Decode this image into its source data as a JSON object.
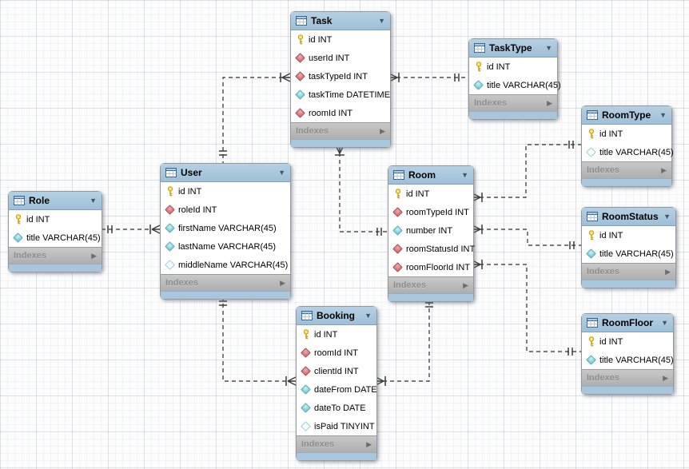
{
  "diagram": {
    "tables": [
      {
        "title": "Task",
        "fields": [
          {
            "icon": "key",
            "text": "id INT"
          },
          {
            "icon": "fk",
            "text": "userId INT"
          },
          {
            "icon": "fk",
            "text": "taskTypeId INT"
          },
          {
            "icon": "notnull",
            "text": "taskTime DATETIME"
          },
          {
            "icon": "fk",
            "text": "roomId INT"
          }
        ]
      },
      {
        "title": "TaskType",
        "fields": [
          {
            "icon": "key",
            "text": "id INT"
          },
          {
            "icon": "notnull",
            "text": "title VARCHAR(45)"
          }
        ]
      },
      {
        "title": "RoomType",
        "fields": [
          {
            "icon": "key",
            "text": "id INT"
          },
          {
            "icon": "nullable",
            "text": "title VARCHAR(45)"
          }
        ]
      },
      {
        "title": "RoomStatus",
        "fields": [
          {
            "icon": "key",
            "text": "id INT"
          },
          {
            "icon": "notnull",
            "text": "title VARCHAR(45)"
          }
        ]
      },
      {
        "title": "RoomFloor",
        "fields": [
          {
            "icon": "key",
            "text": "id INT"
          },
          {
            "icon": "notnull",
            "text": "title VARCHAR(45)"
          }
        ]
      },
      {
        "title": "Room",
        "fields": [
          {
            "icon": "key",
            "text": "id INT"
          },
          {
            "icon": "fk",
            "text": "roomTypeId INT"
          },
          {
            "icon": "notnull",
            "text": "number INT"
          },
          {
            "icon": "fk",
            "text": "roomStatusId INT"
          },
          {
            "icon": "fk",
            "text": "roomFloorId INT"
          }
        ]
      },
      {
        "title": "User",
        "fields": [
          {
            "icon": "key",
            "text": "id INT"
          },
          {
            "icon": "fk",
            "text": "roleId INT"
          },
          {
            "icon": "notnull",
            "text": "firstName VARCHAR(45)"
          },
          {
            "icon": "notnull",
            "text": "lastName VARCHAR(45)"
          },
          {
            "icon": "nullable",
            "text": "middleName VARCHAR(45)"
          }
        ]
      },
      {
        "title": "Role",
        "fields": [
          {
            "icon": "key",
            "text": "id INT"
          },
          {
            "icon": "notnull",
            "text": "title VARCHAR(45)"
          }
        ]
      },
      {
        "title": "Booking",
        "fields": [
          {
            "icon": "key",
            "text": "id INT"
          },
          {
            "icon": "fk",
            "text": "roomId INT"
          },
          {
            "icon": "fk",
            "text": "clientId INT"
          },
          {
            "icon": "notnull",
            "text": "dateFrom DATE"
          },
          {
            "icon": "notnull",
            "text": "dateTo DATE"
          },
          {
            "icon": "nullable",
            "text": "isPaid TINYINT"
          }
        ]
      }
    ],
    "relationships": [
      {
        "from": "Task",
        "to": "User",
        "from_cardinality": "many",
        "to_cardinality": "one",
        "style": "dashed"
      },
      {
        "from": "Task",
        "to": "TaskType",
        "from_cardinality": "many",
        "to_cardinality": "one",
        "style": "dashed"
      },
      {
        "from": "Task",
        "to": "Room",
        "from_cardinality": "many",
        "to_cardinality": "one",
        "style": "dashed"
      },
      {
        "from": "Room",
        "to": "RoomType",
        "from_cardinality": "many",
        "to_cardinality": "one",
        "style": "dashed"
      },
      {
        "from": "Room",
        "to": "RoomStatus",
        "from_cardinality": "many",
        "to_cardinality": "one",
        "style": "dashed"
      },
      {
        "from": "Room",
        "to": "RoomFloor",
        "from_cardinality": "many",
        "to_cardinality": "one",
        "style": "dashed"
      },
      {
        "from": "User",
        "to": "Role",
        "from_cardinality": "many",
        "to_cardinality": "one",
        "style": "dashed"
      },
      {
        "from": "Booking",
        "to": "User",
        "from_cardinality": "many",
        "to_cardinality": "one",
        "style": "dashed"
      },
      {
        "from": "Booking",
        "to": "Room",
        "from_cardinality": "many",
        "to_cardinality": "one",
        "style": "dashed"
      }
    ]
  },
  "labels": {
    "indexes": "Indexes"
  },
  "icons": {
    "collapse_caret": "▼",
    "expand_arrow": "▶"
  },
  "colors": {
    "header_blue": "#a9c6dc",
    "indexes_gray": "#b7b7b7",
    "primary_key_yellow": "#ffd83d",
    "foreign_key_red": "#d8737b",
    "not_null_cyan": "#7fd4dd",
    "nullable_white": "#ffffff",
    "relationship_line": "#2d2d2d"
  }
}
